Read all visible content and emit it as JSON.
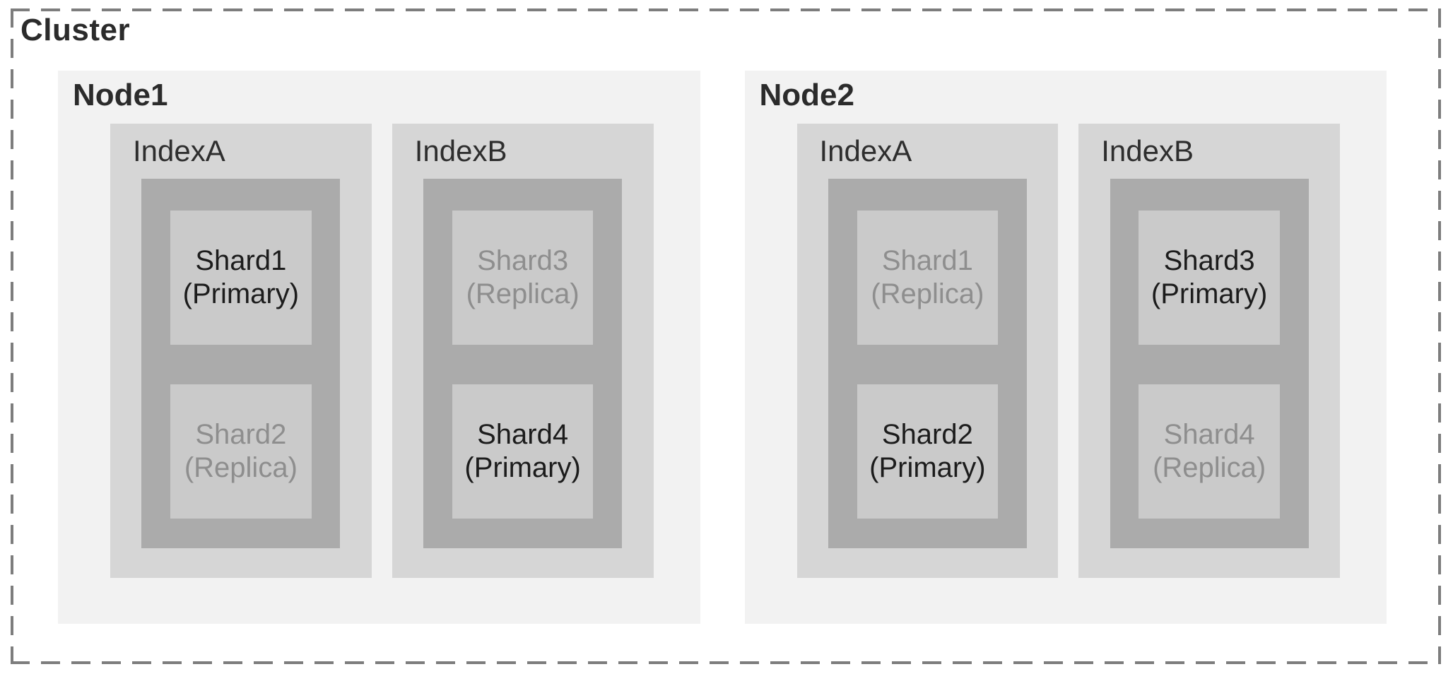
{
  "cluster": {
    "label": "Cluster"
  },
  "nodes": [
    {
      "label": "Node1",
      "indexes": [
        {
          "label": "IndexA",
          "shards": [
            {
              "name": "Shard1",
              "role": "(Primary)",
              "type": "primary"
            },
            {
              "name": "Shard2",
              "role": "(Replica)",
              "type": "replica"
            }
          ]
        },
        {
          "label": "IndexB",
          "shards": [
            {
              "name": "Shard3",
              "role": "(Replica)",
              "type": "replica"
            },
            {
              "name": "Shard4",
              "role": "(Primary)",
              "type": "primary"
            }
          ]
        }
      ]
    },
    {
      "label": "Node2",
      "indexes": [
        {
          "label": "IndexA",
          "shards": [
            {
              "name": "Shard1",
              "role": "(Replica)",
              "type": "replica"
            },
            {
              "name": "Shard2",
              "role": "(Primary)",
              "type": "primary"
            }
          ]
        },
        {
          "label": "IndexB",
          "shards": [
            {
              "name": "Shard3",
              "role": "(Primary)",
              "type": "primary"
            },
            {
              "name": "Shard4",
              "role": "(Replica)",
              "type": "replica"
            }
          ]
        }
      ]
    }
  ],
  "colors": {
    "background": "#ffffff",
    "cluster_border": "#7d7d7d",
    "node_bg": "#f2f2f2",
    "index_bg": "#d6d6d6",
    "shard_container_bg": "#ababab",
    "shard_bg": "#cacaca",
    "primary_text": "#1c1c1c",
    "replica_text": "#8e8e8e",
    "label_text": "#2b2b2b"
  }
}
